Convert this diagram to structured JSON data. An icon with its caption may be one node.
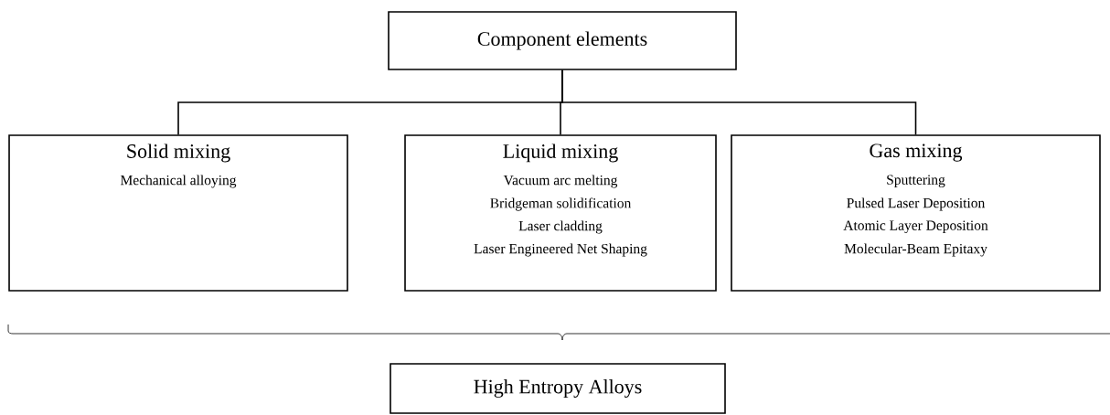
{
  "diagram": {
    "nodes": [
      {
        "text": [
          "Component elements"
        ]
      },
      {
        "text": [
          "Solid mixing",
          "Mechanical alloying"
        ]
      },
      {
        "text": [
          "Liquid mixing",
          "Vacuum arc melting",
          "Bridgeman solidification",
          "Laser cladding",
          "Laser Engineered Net Shaping"
        ]
      },
      {
        "text": [
          "Gas mixing",
          "Sputtering",
          "Pulsed Laser Deposition",
          "Atomic Layer Deposition",
          "Molecular-Beam Epitaxy"
        ]
      },
      {
        "text": [
          "High Entropy Alloys"
        ]
      }
    ],
    "edges": [
      {
        "from": 0,
        "to": 1,
        "arrow": "none"
      },
      {
        "from": 0,
        "to": 2,
        "arrow": "none"
      },
      {
        "from": 0,
        "to": 3,
        "arrow": "none"
      }
    ]
  }
}
